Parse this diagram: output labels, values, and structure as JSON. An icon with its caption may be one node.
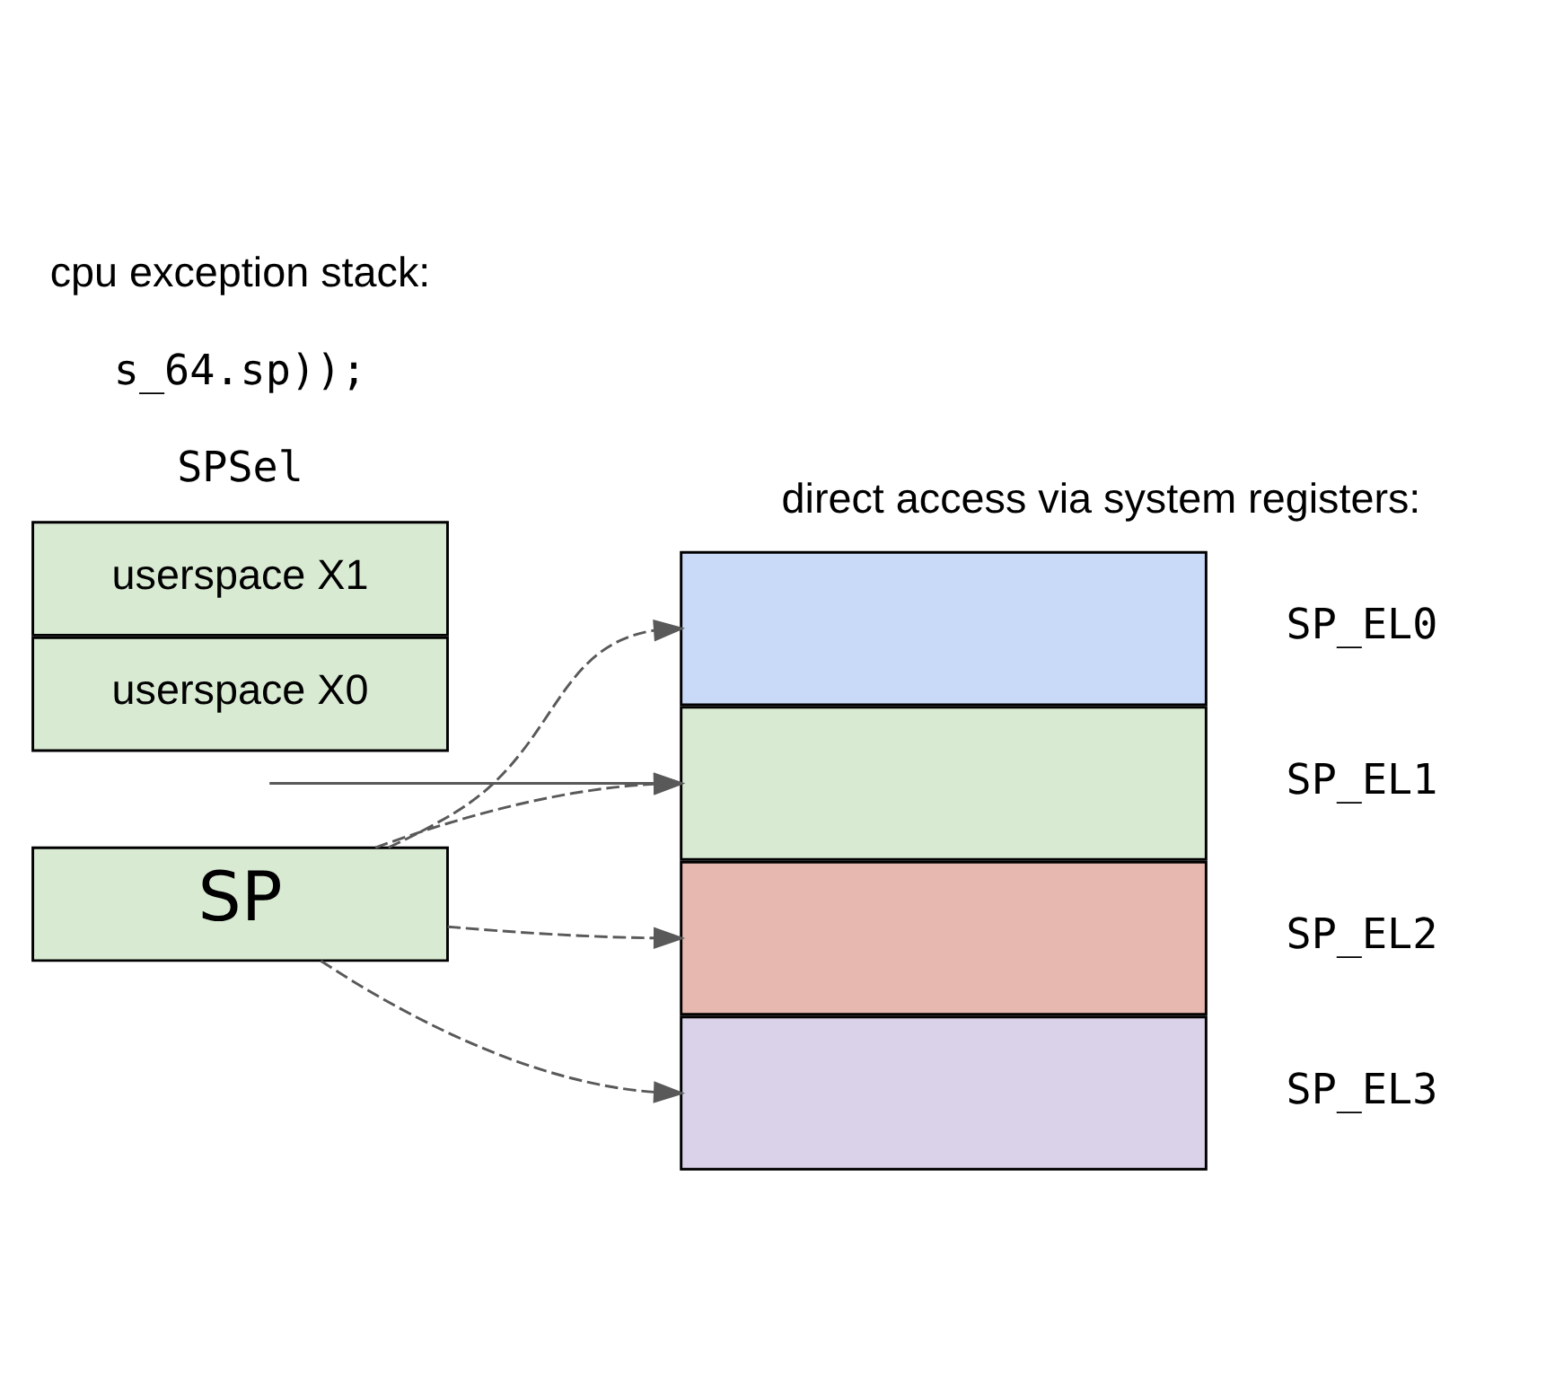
{
  "diagram": {
    "nodes": [
      {
        "text": [
          "SP"
        ]
      },
      {
        "text": [],
        "shape": "box",
        "beside": [
          "SP_EL0"
        ]
      },
      {
        "text": [],
        "shape": "box",
        "beside": [
          "SP_EL1"
        ]
      },
      {
        "text": [],
        "shape": "box",
        "beside": [
          "SP_EL2"
        ]
      },
      {
        "text": [],
        "shape": "box",
        "beside": [
          "SP_EL3"
        ]
      },
      {
        "text": [
          "userspace X0"
        ]
      },
      {
        "text": [
          "userspace X1"
        ]
      }
    ],
    "edges": [
      {
        "from": 0,
        "to": 1,
        "arrow": "to",
        "style": "dashed"
      },
      {
        "from": 0,
        "to": 2,
        "arrow": "to",
        "style": "dashed"
      },
      {
        "from": 0,
        "to": 3,
        "arrow": "to",
        "style": "dashed"
      },
      {
        "from": 0,
        "to": 4,
        "arrow": "to",
        "style": "dashed"
      },
      {
        "from": null,
        "to": 2,
        "arrow": "to"
      }
    ],
    "labels": [
      "direct access via system registers:",
      "SPSel",
      "s_64.sp));",
      "cpu exception stack:"
    ]
  }
}
